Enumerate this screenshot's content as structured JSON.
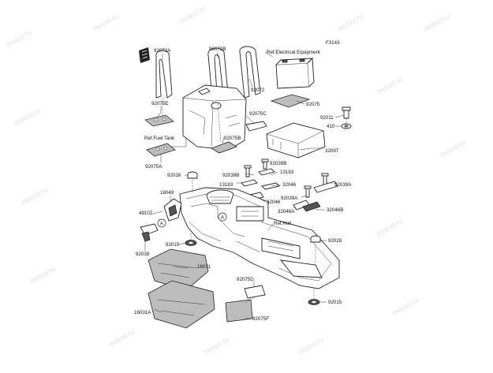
{
  "diagram_code": "F3143",
  "watermark_text": "motod.ru",
  "labels": {
    "p92072A": "92072A",
    "p92072B": "92072B",
    "ref_electrical": "Ref.Electrical Equipment",
    "p92072": "92072",
    "p92075E": "92075E",
    "p92075": "92075",
    "p92075C": "92075C",
    "p92011": "92011",
    "p410": "410",
    "ref_fuel": "Ref.Fuel Tank",
    "p92075B": "92075B",
    "p32097": "32097",
    "p92039B": "92039B",
    "p92075A": "92075A",
    "p92028_top": "92028",
    "p92039B_2": "92039B",
    "p13183_a": "13183",
    "p13183_b": "13183",
    "p32046_a": "32046",
    "p92039A": "92039A",
    "p18049": "18049",
    "p32046_b": "32046",
    "p92039A_2": "92039A",
    "p32046A": "32046A",
    "p32046B": "32046B",
    "p49107": "49107",
    "circle_a1": "A",
    "circle_a2": "A",
    "ref_hull": "Ref.Hull",
    "p92015_a": "92015",
    "p92028_b": "92028",
    "p92039": "92039",
    "p16031": "16031",
    "p92075D": "92075D",
    "p92015_b": "92015",
    "p16031A": "16031A",
    "p92075F": "92075F"
  }
}
